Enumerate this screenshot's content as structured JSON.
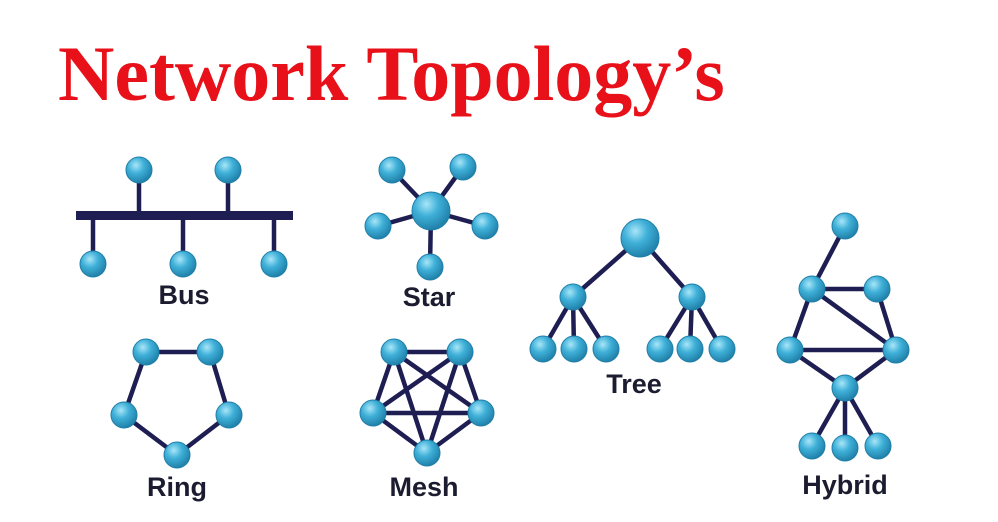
{
  "title": "Network Topology’s",
  "colors": {
    "title": "#e8111a",
    "link": "#1e1e52",
    "node_fill": "#3aa7cf",
    "node_highlight": "#9ee0f5",
    "node_edge": "#1f7fa8",
    "label": "#1c1c30"
  },
  "topologies": [
    {
      "id": "bus",
      "label": "Bus"
    },
    {
      "id": "star",
      "label": "Star"
    },
    {
      "id": "ring",
      "label": "Ring"
    },
    {
      "id": "mesh",
      "label": "Mesh"
    },
    {
      "id": "tree",
      "label": "Tree"
    },
    {
      "id": "hybrid",
      "label": "Hybrid"
    }
  ]
}
